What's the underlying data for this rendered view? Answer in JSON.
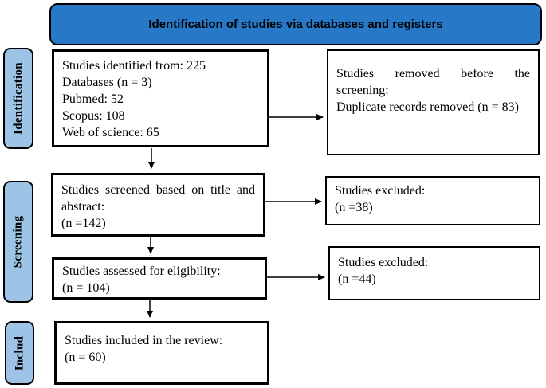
{
  "colors": {
    "header_bg": "#2878C8",
    "sidebar_bg": "#9DC3E6",
    "border": "#000000",
    "text": "#000000"
  },
  "header": {
    "title": "Identification of studies via databases and registers"
  },
  "sidebar": {
    "labels": [
      {
        "id": "identification",
        "text": "Identification"
      },
      {
        "id": "screening",
        "text": "Screening"
      },
      {
        "id": "includ",
        "text": "Includ"
      }
    ]
  },
  "flow": {
    "identified": {
      "lines": [
        "Studies identified from: 225",
        "Databases (n = 3)",
        "Pubmed: 52",
        "Scopus: 108",
        "Web of science: 65"
      ]
    },
    "removed": {
      "line1": "Studies removed before the screening:",
      "line2": "Duplicate records removed (n = 83)"
    },
    "screened": {
      "line1": "Studies screened based on title and abstract:",
      "line2": "(n =142)"
    },
    "excluded_screening": {
      "line1": "Studies excluded:",
      "line2": "(n =38)"
    },
    "assessed": {
      "line1": "Studies assessed for eligibility:",
      "line2": "(n = 104)"
    },
    "excluded_eligibility": {
      "line1": "Studies excluded:",
      "line2": "(n =44)"
    },
    "included": {
      "line1": "Studies included in the review:",
      "line2": "(n = 60)"
    }
  }
}
